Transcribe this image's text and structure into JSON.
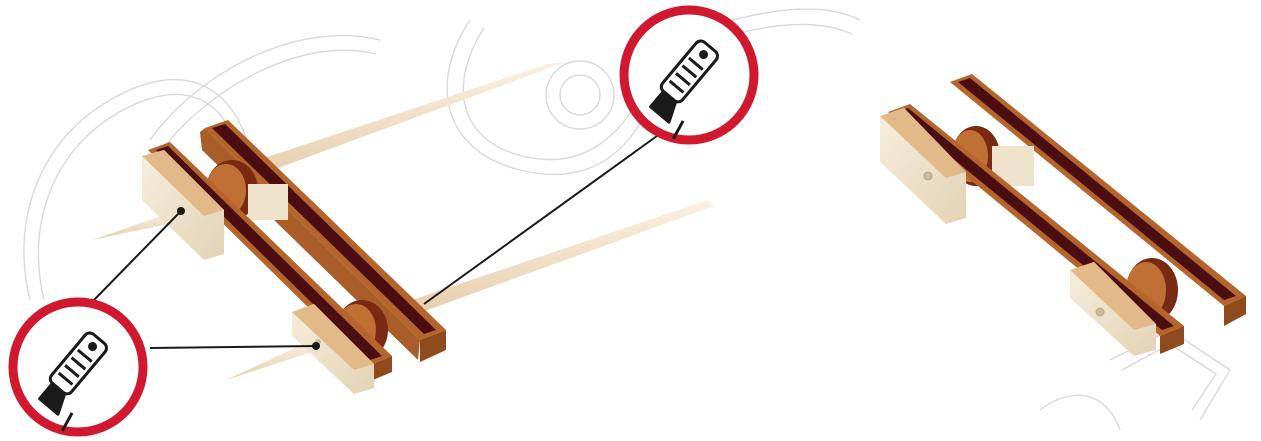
{
  "figure": {
    "background_color": "#ffffff",
    "watermark_color": "#d9d9d9",
    "callout_ring_color": "#d0192f",
    "leader_line_color": "#1a1a1a",
    "wood_light": "#efe3cc",
    "wood_mid": "#b5652b",
    "wood_dark": "#4a0d12",
    "skewer_color": "#f0dcc0"
  },
  "steps": [
    {
      "step_state": "before-trim",
      "callout_icons": [
        "utility-knife-icon",
        "utility-knife-icon"
      ],
      "skewer_count": 2
    },
    {
      "step_state": "after-trim",
      "callout_icons": [],
      "skewer_count": 0
    }
  ]
}
